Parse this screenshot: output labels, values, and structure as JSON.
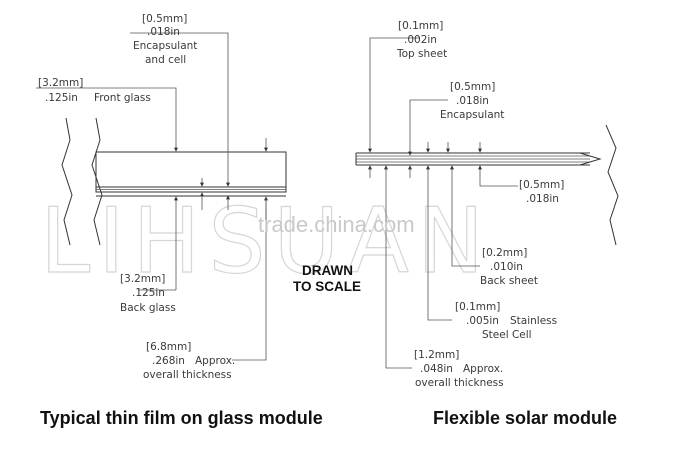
{
  "watermark": {
    "logo": "LIHSUAN",
    "site": "trade.china.com"
  },
  "scale_note": {
    "line1": "DRAWN",
    "line2": "TO SCALE"
  },
  "glass_module": {
    "title": "Typical thin film on glass module",
    "encapsulant": {
      "mm": "[0.5mm]",
      "inch": ".018in",
      "name_line1": "Encapsulant",
      "name_line2": "and cell"
    },
    "front_glass": {
      "mm": "[3.2mm]",
      "inch": ".125in",
      "name": "Front glass"
    },
    "back_glass": {
      "mm": "[3.2mm]",
      "inch": ".125in",
      "name": "Back glass"
    },
    "overall": {
      "mm": "[6.8mm]",
      "inch": ".268in",
      "name_line1": "Approx.",
      "name_line2": "overall thickness"
    }
  },
  "flexible_module": {
    "title": "Flexible solar module",
    "top_sheet": {
      "mm": "[0.1mm]",
      "inch": ".002in",
      "name": "Top sheet"
    },
    "encapsulant": {
      "mm": "[0.5mm]",
      "inch": ".018in",
      "name": "Encapsulant"
    },
    "encapsulant_lower": {
      "mm": "[0.5mm]",
      "inch": ".018in"
    },
    "back_sheet": {
      "mm": "[0.2mm]",
      "inch": ".010in",
      "name": "Back sheet"
    },
    "steel_cell": {
      "mm": "[0.1mm]",
      "inch": ".005in",
      "name_line1": "Stainless",
      "name_line2": "Steel Cell"
    },
    "overall": {
      "mm": "[1.2mm]",
      "inch": ".048in",
      "name_line1": "Approx.",
      "name_line2": "overall thickness"
    }
  }
}
